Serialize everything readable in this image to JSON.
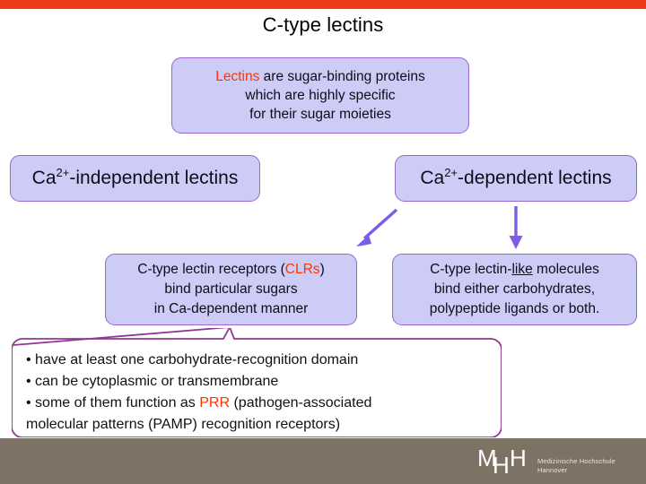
{
  "slide": {
    "title": "C-type lectins",
    "accent_bar_color": "#ee3a18",
    "box_fill_color": "#ccccf7",
    "box_border_color": "#9966cc",
    "highlight_color": "#ff3300",
    "arrow_color": "#7c5ce8",
    "footer_color": "#7e7265"
  },
  "definition_box": {
    "line1_highlight": "Lectins",
    "line1_rest": " are sugar-binding proteins",
    "line2": "which are highly specific",
    "line3": "for their sugar moieties"
  },
  "categories": {
    "left": {
      "prefix": "Ca",
      "superscript": "2+",
      "suffix": "-independent lectins"
    },
    "right": {
      "prefix": "Ca",
      "superscript": "2+",
      "suffix": "-dependent lectins"
    }
  },
  "details": {
    "clr_box": {
      "line1_pre": "C-type lectin receptors (",
      "line1_highlight": "CLRs",
      "line1_post": ")",
      "line2": "bind particular sugars",
      "line3": "in Ca-dependent manner"
    },
    "lectin_like_box": {
      "line1_pre": "C-type lectin-",
      "line1_underline": "like",
      "line1_post": " molecules",
      "line2": "bind either carbohydrates,",
      "line3": "polypeptide ligands or both."
    }
  },
  "callout": {
    "bullet1": "• have at least one carbohydrate-recognition domain",
    "bullet2": "• can be cytoplasmic or transmembrane",
    "bullet3_pre": "• some of them function as ",
    "bullet3_highlight": "PRR",
    "bullet3_post": " (pathogen-associated",
    "bullet4": "molecular patterns (PAMP) recognition receptors)"
  },
  "footer": {
    "logo_m": "M",
    "logo_h1": "H",
    "logo_h2": "H",
    "institution_line1": "Medizinische Hochschule",
    "institution_line2": "Hannover"
  }
}
